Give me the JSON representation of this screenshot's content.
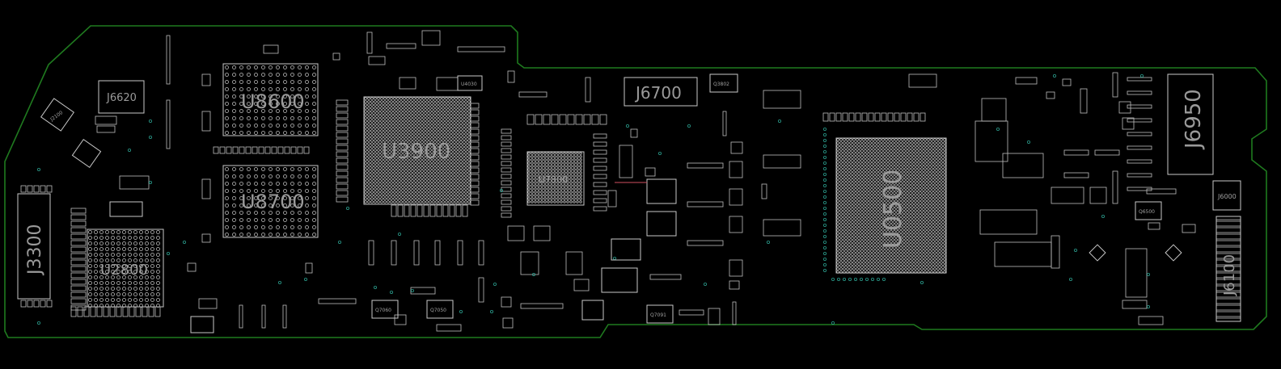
{
  "board": {
    "outline_color": "#1f7a1f",
    "part_color": "#c8c8c8",
    "via_color": "#2a9c8c",
    "background": "#000000"
  },
  "labels": {
    "u8600": "U8600",
    "u8700": "U8700",
    "u3900": "U3900",
    "u0500": "U0500",
    "u2800": "U2800",
    "j3300": "J3300",
    "j6620": "J6620",
    "j6700": "J6700",
    "j6950": "J6950",
    "j6100": "J6100",
    "j6000": "J6000",
    "u7800": "U7800",
    "j2100": "J2100",
    "u4030": "U4030",
    "q3802": "Q3802",
    "q7060": "Q7060",
    "q7050": "Q7050",
    "q7091": "Q7091",
    "q6500": "Q6500"
  }
}
